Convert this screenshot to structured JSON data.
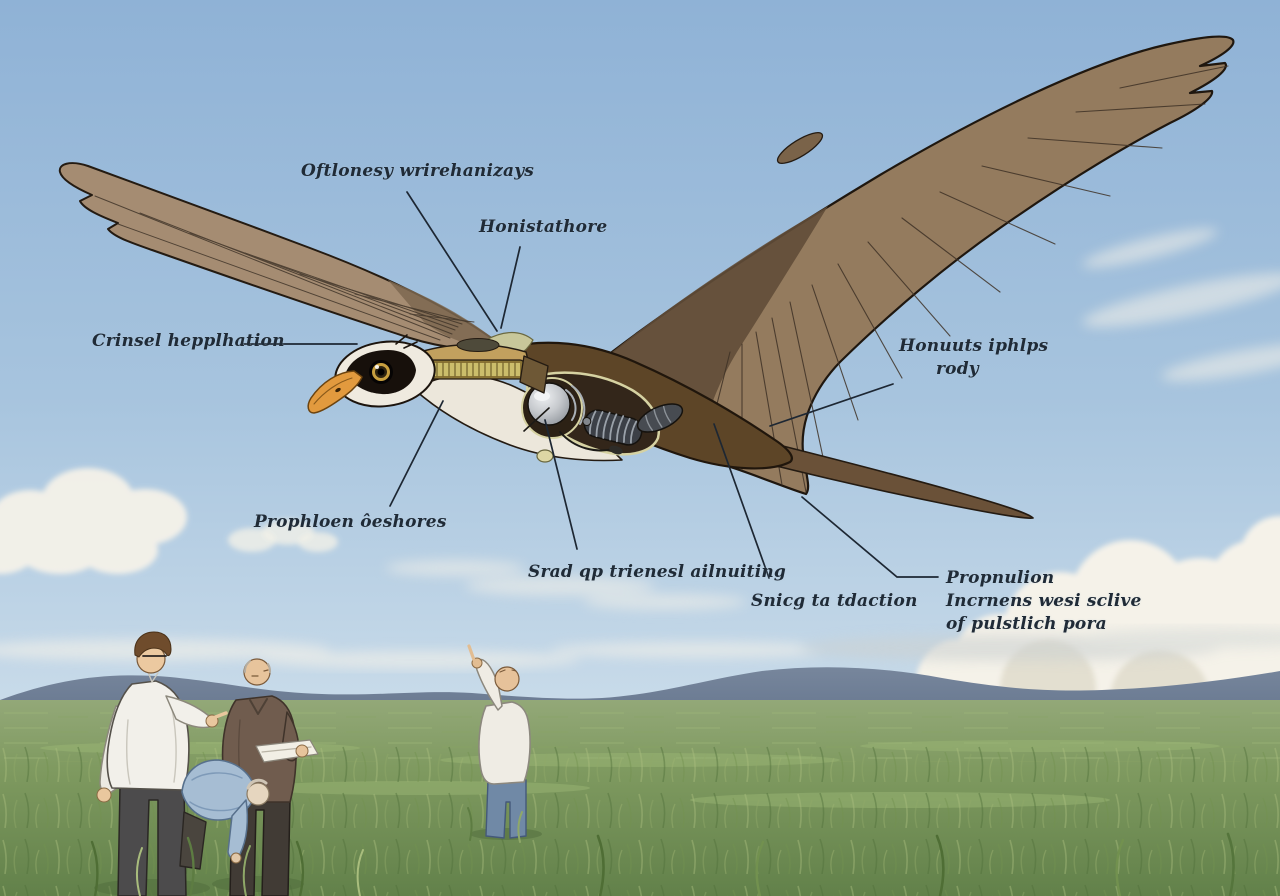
{
  "illustration": {
    "type": "annotated-cutaway-diagram",
    "subject": "mechanical bird flying over grassland watched by four people"
  },
  "labels": {
    "wing_mechanism": {
      "text": "Oftlonesy wrirehanizays"
    },
    "neck_mechanism": {
      "text": "Honistathore"
    },
    "head_unit": {
      "text": "Crinsel hepplhation"
    },
    "wing_body": {
      "line1": "Honuuts iphlps",
      "line2": "rody"
    },
    "chest_unit": {
      "text": "Prophloen ôeshores"
    },
    "core_drive": {
      "text": "Srad qp trienesl ailnuiting"
    },
    "belly_unit": {
      "text": "Snicg ta tdaction"
    },
    "propulsion": {
      "line1": "Propnulion",
      "line2": "Incrnens wesi sclive",
      "line3": "of pulstlich pora"
    }
  },
  "colors": {
    "sky_top": "#8fb2d6",
    "sky_horizon": "#cadcea",
    "cloud": "#f5f2e9",
    "hills": "#67788f",
    "grass_far": "#93a878",
    "grass_mid": "#7f9a60",
    "grass_near": "#66854a",
    "wing_light": "#a58c72",
    "wing_dark": "#947b5e",
    "body_brown": "#5d4527",
    "head_white": "#efeadf",
    "beak_orange": "#e29a3e",
    "mech_silver": "#c6c9cd",
    "cutaway_trim": "#d6d2a2",
    "label_text": "#202b37"
  }
}
